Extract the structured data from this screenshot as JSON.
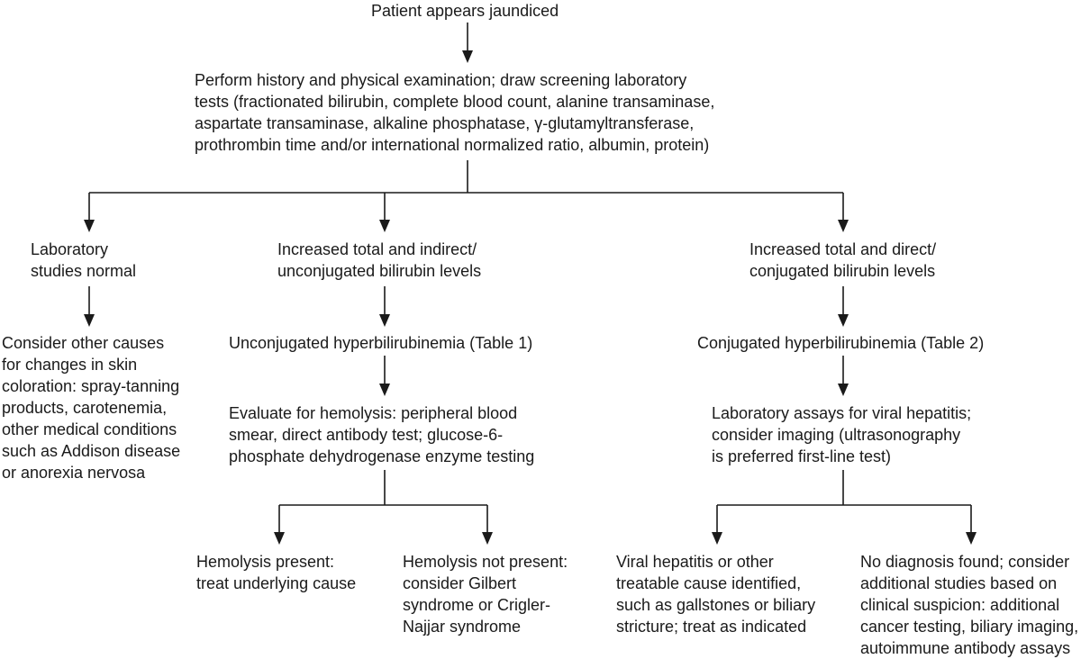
{
  "flowchart": {
    "start": "Patient appears jaundiced",
    "workup": "Perform history and physical examination; draw screening laboratory\ntests (fractionated bilirubin, complete blood count, alanine transaminase,\naspartate transaminase, alkaline phosphatase, γ-glutamyltransferase,\nprothrombin time and/or international normalized ratio, albumin, protein)",
    "branch_normal": "Laboratory\nstudies normal",
    "branch_indirect": "Increased total and indirect/\nunconjugated bilirubin levels",
    "branch_direct": "Increased total and direct/\nconjugated bilirubin levels",
    "normal_next": "Consider other causes\nfor changes in skin\ncoloration: spray-tanning\nproducts, carotenemia,\nother medical conditions\nsuch as Addison disease\nor anorexia nervosa",
    "unconjugated": "Unconjugated hyperbilirubinemia (Table 1)",
    "conjugated": "Conjugated hyperbilirubinemia (Table 2)",
    "hemolysis_eval": "Evaluate for hemolysis: peripheral blood\nsmear, direct antibody test; glucose-6-\nphosphate dehydrogenase enzyme testing",
    "viral_assays": "Laboratory assays for viral hepatitis;\nconsider imaging (ultrasonography\nis preferred first-line test)",
    "hemolysis_present": "Hemolysis present:\ntreat underlying cause",
    "hemolysis_absent": "Hemolysis not present:\nconsider Gilbert\nsyndrome or Crigler-\nNajjar syndrome",
    "viral_found": "Viral hepatitis or other\ntreatable cause identified,\nsuch as gallstones or biliary\nstricture; treat as indicated",
    "no_diagnosis": "No diagnosis found; consider\nadditional studies based on\nclinical suspicion: additional\ncancer testing, biliary imaging,\nautoimmune antibody assays"
  }
}
